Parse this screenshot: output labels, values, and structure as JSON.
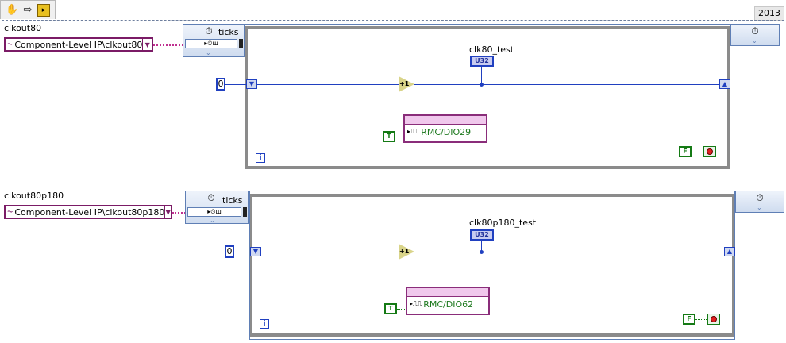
{
  "toolbar": {
    "operate_icon": "hand-icon",
    "run_icon": "arrow-icon",
    "vi_icon": "labview-vi-icon"
  },
  "version": "2013",
  "loops": [
    {
      "clock_label": "clkout80",
      "clock_ref": "Component-Level IP\\clkout80",
      "ticks_label": "ticks",
      "indicator_label": "clk80_test",
      "indicator_type": "U32",
      "init_value": "0",
      "increment_label": "+1",
      "io_node_label": "RMC/DIO29",
      "io_const": "T",
      "stop_const": "F",
      "iter_label": "i"
    },
    {
      "clock_label": "clkout80p180",
      "clock_ref": "Component-Level IP\\clkout80p180",
      "ticks_label": "ticks",
      "indicator_label": "clk80p180_test",
      "indicator_type": "U32",
      "init_value": "0",
      "increment_label": "+1",
      "io_node_label": "RMC/DIO62",
      "io_const": "T",
      "stop_const": "F",
      "iter_label": "i"
    }
  ]
}
